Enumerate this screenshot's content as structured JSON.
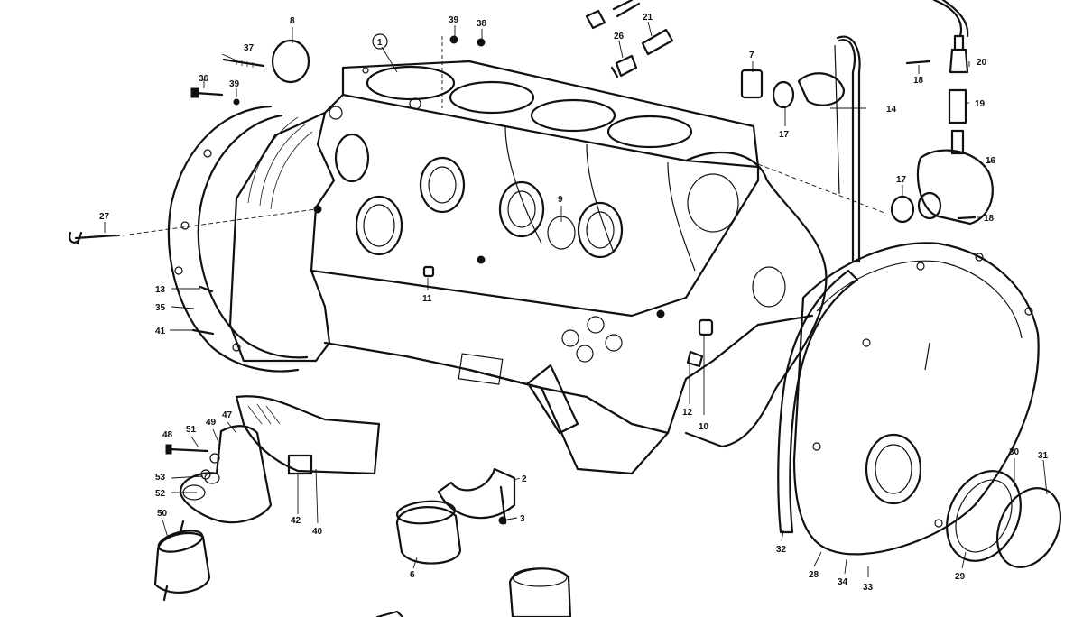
{
  "labels": {
    "p1": "1",
    "p2": "2",
    "p3": "3",
    "p6": "6",
    "p7": "7",
    "p8": "8",
    "p9": "9",
    "p10": "10",
    "p11": "11",
    "p12": "12",
    "p13": "13",
    "p14": "14",
    "p16": "16",
    "p17a": "17",
    "p17b": "17",
    "p18a": "18",
    "p18b": "18",
    "p19": "19",
    "p20": "20",
    "p21": "21",
    "p26": "26",
    "p27": "27",
    "p28": "28",
    "p29": "29",
    "p30": "30",
    "p31": "31",
    "p32": "32",
    "p33": "33",
    "p34": "34",
    "p35": "35",
    "p36": "36",
    "p37": "37",
    "p38": "38",
    "p39a": "39",
    "p39b": "39",
    "p40": "40",
    "p41": "41",
    "p42": "42",
    "p47": "47",
    "p48": "48",
    "p49": "49",
    "p50": "50",
    "p51": "51",
    "p52": "52",
    "p53": "53"
  }
}
